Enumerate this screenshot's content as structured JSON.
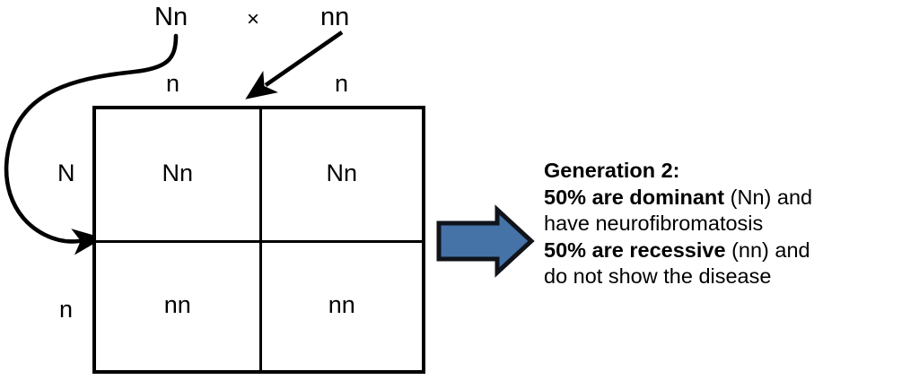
{
  "diagram": {
    "type": "punnett-square",
    "title_text": "",
    "cross": {
      "parent_one_genotype": "Nn",
      "cross_symbol": "×",
      "parent_two_genotype": "nn"
    },
    "punnett": {
      "column_gametes": [
        "n",
        "n"
      ],
      "row_gametes": [
        "N",
        "n"
      ],
      "cells": [
        [
          "Nn",
          "Nn"
        ],
        [
          "nn",
          "nn"
        ]
      ]
    },
    "annotations": {
      "curved_arrow_from": "Nn",
      "curved_arrow_to": "row-gamete-N",
      "diagonal_arrow_from": "nn",
      "diagonal_arrow_to": "column-gametes"
    },
    "result": {
      "heading": "Generation 2:",
      "lines": [
        {
          "bold": "50% are dominant",
          "plain": " (Nn) and"
        },
        {
          "bold": "",
          "plain": "have neurofibromatosis"
        },
        {
          "bold": "50% are recessive",
          "plain": " (nn) and"
        },
        {
          "bold": "",
          "plain": "do not show the disease"
        }
      ],
      "line_1_bold": "50% are dominant",
      "line_1_plain": " (Nn) and",
      "line_2_plain": "have neurofibromatosis",
      "line_3_bold": "50% are recessive",
      "line_3_plain": " (nn) and",
      "line_4_plain": "do not show the disease"
    }
  },
  "colors": {
    "arrow_fill": "#4572A7",
    "arrow_stroke": "#10131A",
    "line": "#000000",
    "background": "#FFFFFF",
    "text": "#000000"
  }
}
